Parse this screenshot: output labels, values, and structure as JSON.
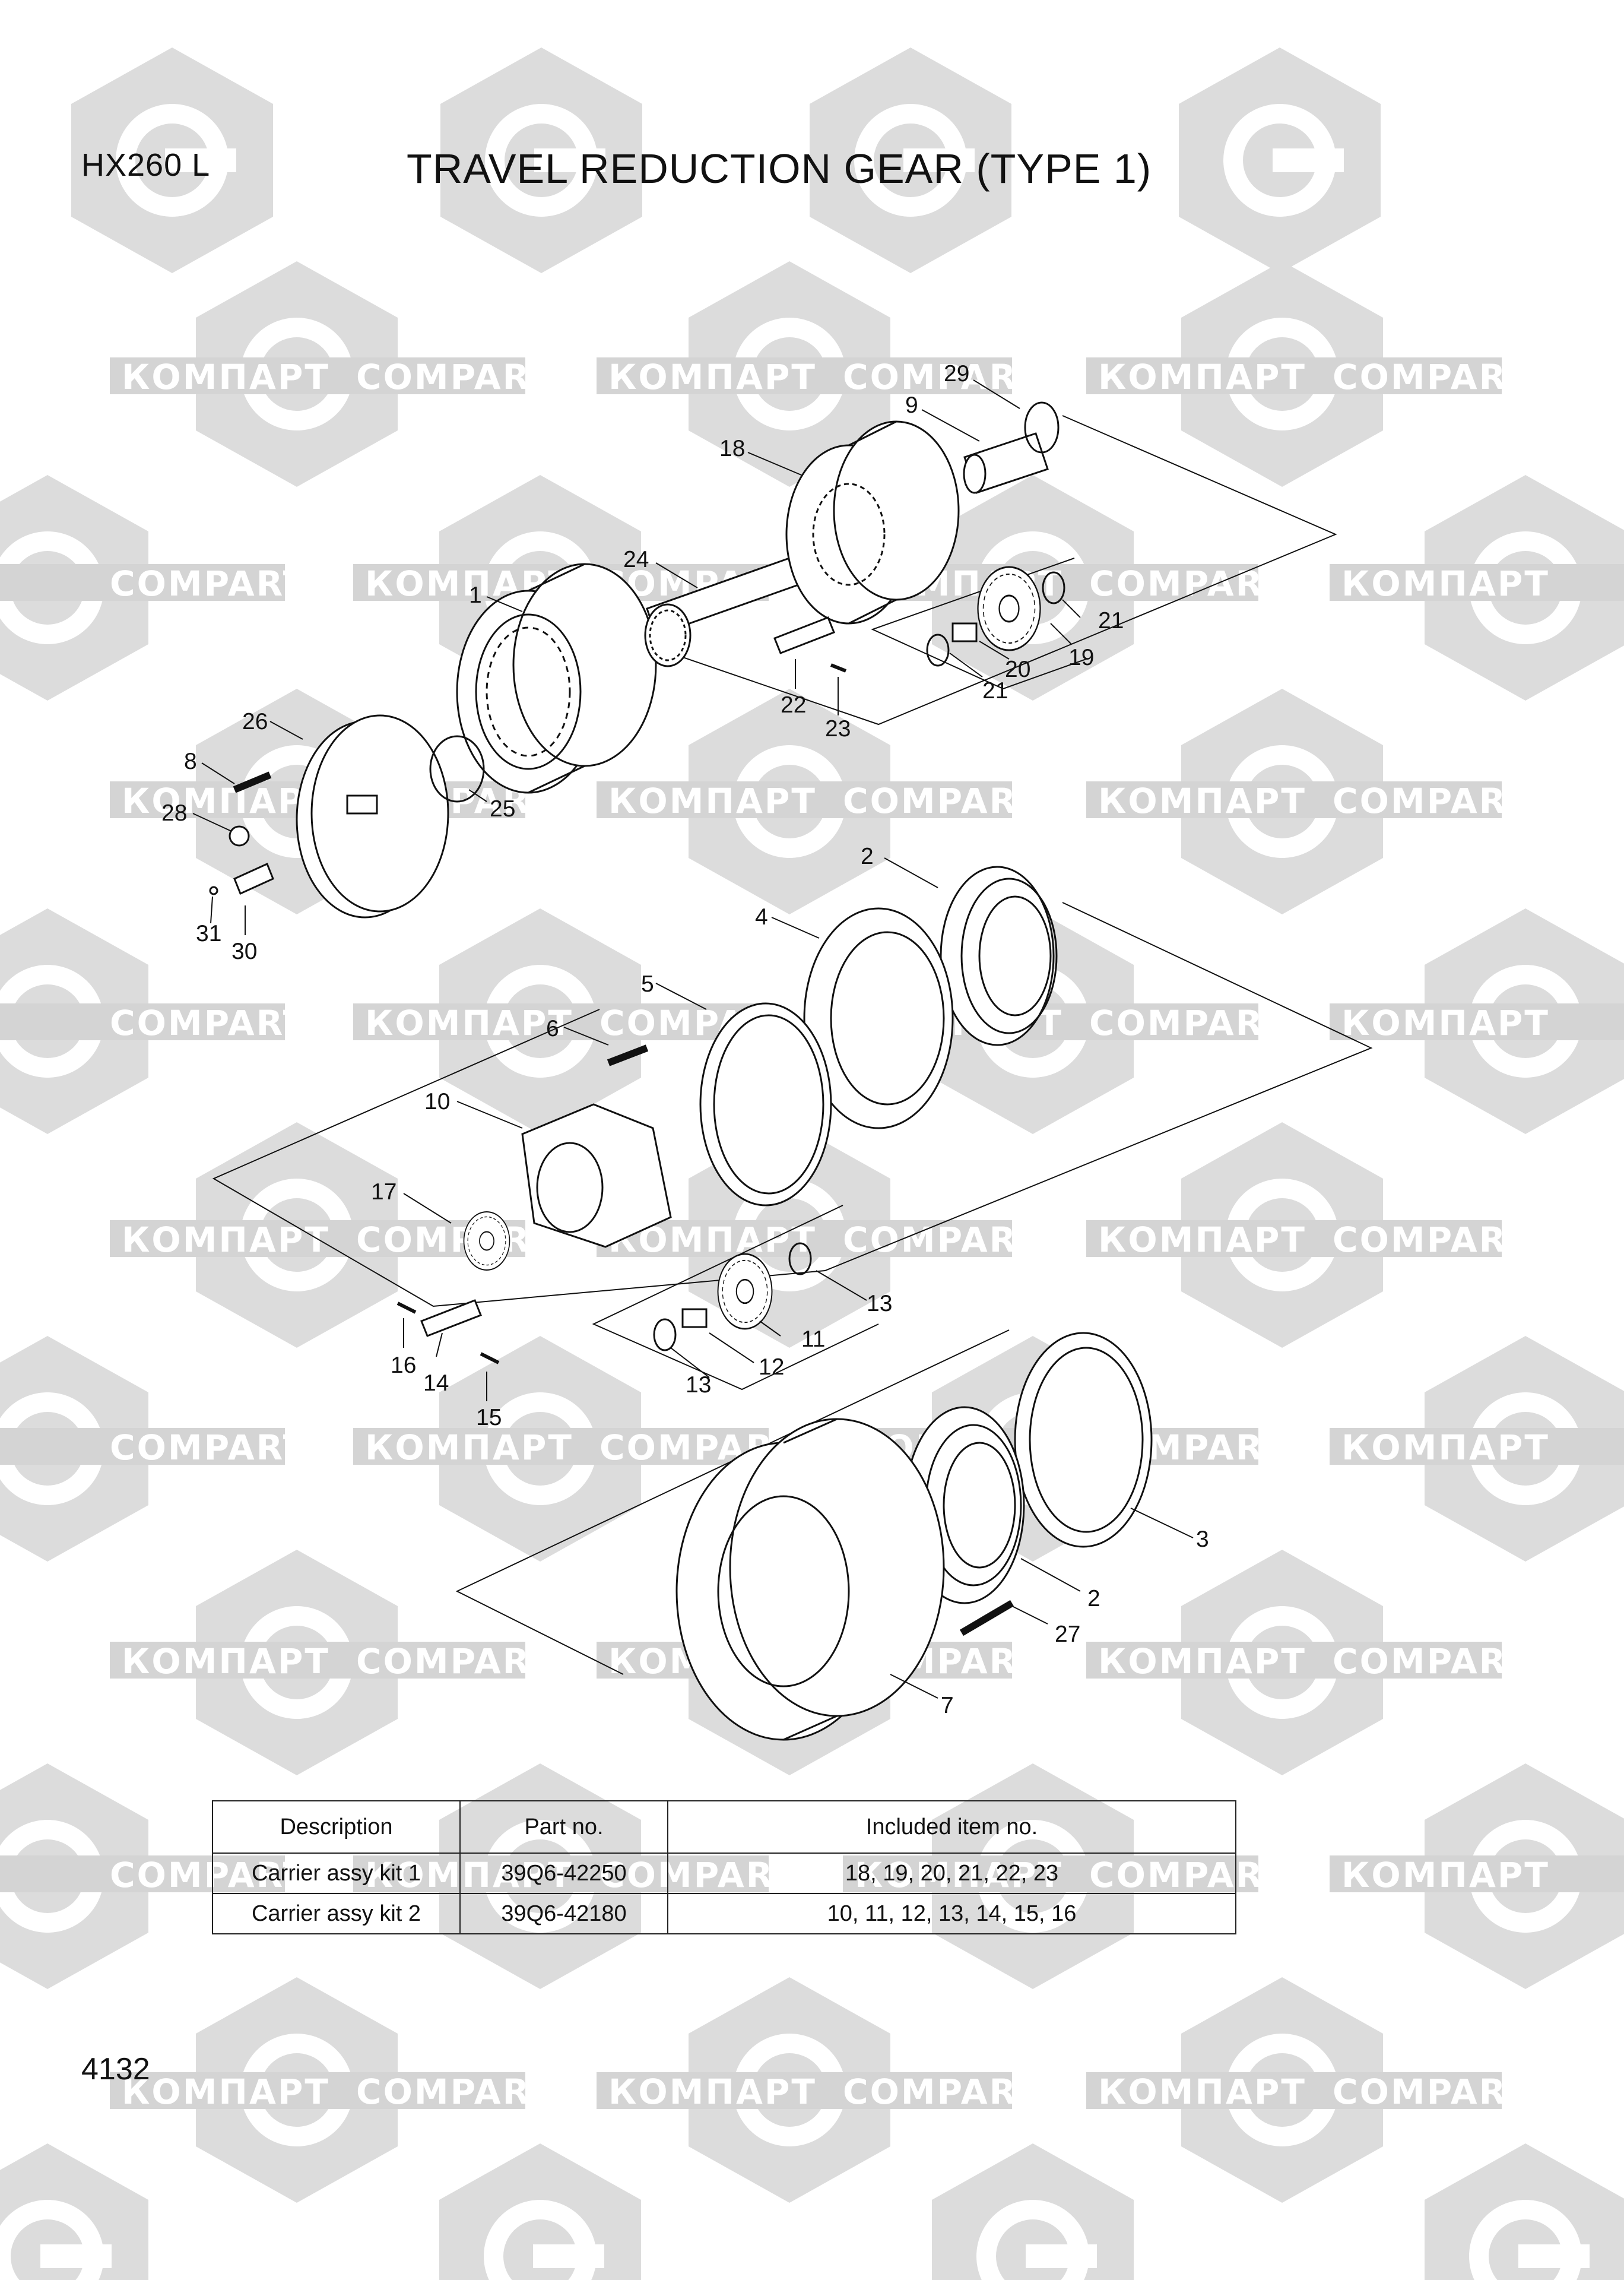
{
  "header": {
    "model": "HX260 L",
    "title": "TRAVEL REDUCTION GEAR (TYPE 1)"
  },
  "watermark": {
    "text_cyrillic": "КОМПАРТ",
    "text_latin": "COMPART",
    "color": "#d9d9d9"
  },
  "callouts": {
    "c29": "29",
    "c9": "9",
    "c18": "18",
    "c24": "24",
    "c1": "1",
    "c21a": "21",
    "c21b": "21",
    "c20": "20",
    "c19": "19",
    "c22": "22",
    "c23": "23",
    "c26": "26",
    "c8": "8",
    "c28": "28",
    "c25": "25",
    "c31": "31",
    "c30": "30",
    "c2a": "2",
    "c4": "4",
    "c5": "5",
    "c6": "6",
    "c10": "10",
    "c17": "17",
    "c13a": "13",
    "c11": "11",
    "c12": "12",
    "c13b": "13",
    "c16": "16",
    "c14": "14",
    "c15": "15",
    "c3": "3",
    "c2b": "2",
    "c27": "27",
    "c7": "7"
  },
  "kit_table": {
    "headers": [
      "Description",
      "Part no.",
      "Included item no."
    ],
    "rows": [
      [
        "Carrier assy kit 1",
        "39Q6-42250",
        "18, 19, 20, 21, 22, 23"
      ],
      [
        "Carrier assy kit 2",
        "39Q6-42180",
        "10, 11, 12, 13, 14, 15, 16"
      ]
    ]
  },
  "page_number": "4132"
}
